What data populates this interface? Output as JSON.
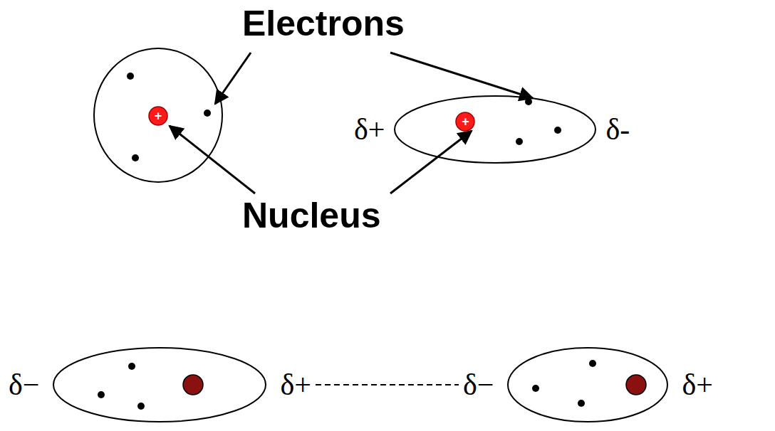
{
  "diagram": {
    "nodes": [
      {
        "text": [
          "δ+",
          "δ-"
        ]
      },
      {
        "text": [
          "δ−",
          "δ+"
        ]
      },
      {
        "text": [
          "δ−",
          "δ+"
        ]
      }
    ],
    "edges": [
      {
        "from": 1,
        "to": 2,
        "arrow": "none"
      }
    ],
    "labels": [
      "Electrons",
      "+",
      "+",
      "Nucleus"
    ]
  }
}
